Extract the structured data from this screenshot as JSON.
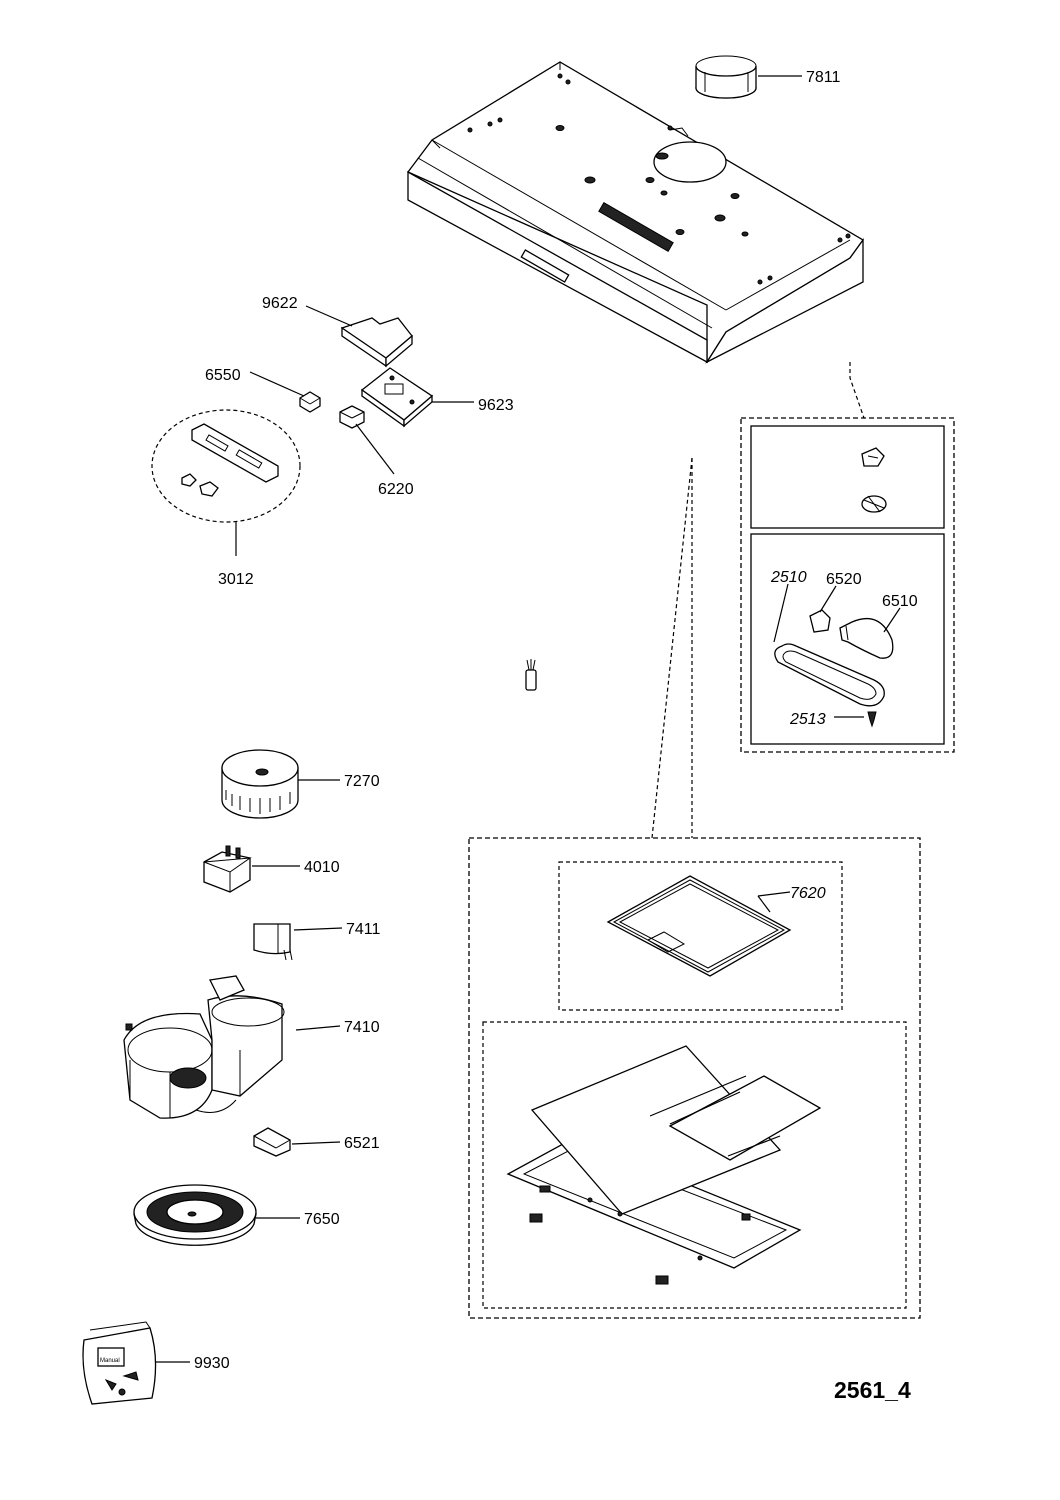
{
  "parts": [
    {
      "id": "7811",
      "label": "7811",
      "name": "duct-collar"
    },
    {
      "id": "9622",
      "label": "9622",
      "name": "control-board-cover"
    },
    {
      "id": "9623",
      "label": "9623",
      "name": "control-board"
    },
    {
      "id": "6550",
      "label": "6550",
      "name": "switch-6550"
    },
    {
      "id": "6220",
      "label": "6220",
      "name": "switch-6220"
    },
    {
      "id": "3012",
      "label": "3012",
      "name": "control-panel-kit"
    },
    {
      "id": "2510",
      "label": "2510",
      "name": "lamp-cover-gasket",
      "italic": true
    },
    {
      "id": "6520",
      "label": "6520",
      "name": "lamp-holder"
    },
    {
      "id": "6510",
      "label": "6510",
      "name": "lamp-bulb"
    },
    {
      "id": "2513",
      "label": "2513",
      "name": "lamp-screw",
      "italic": true
    },
    {
      "id": "7270",
      "label": "7270",
      "name": "fan-wheel"
    },
    {
      "id": "4010",
      "label": "4010",
      "name": "motor"
    },
    {
      "id": "7411",
      "label": "7411",
      "name": "motor-bracket"
    },
    {
      "id": "7410",
      "label": "7410",
      "name": "blower-housing"
    },
    {
      "id": "6521",
      "label": "6521",
      "name": "connector-6521"
    },
    {
      "id": "7650",
      "label": "7650",
      "name": "blower-plate"
    },
    {
      "id": "7620",
      "label": "7620",
      "name": "grease-filter",
      "italic": true
    },
    {
      "id": "9930",
      "label": "9930",
      "name": "accessory-bag"
    }
  ],
  "diagram_code": "2561_4",
  "bag_text": "Manual"
}
